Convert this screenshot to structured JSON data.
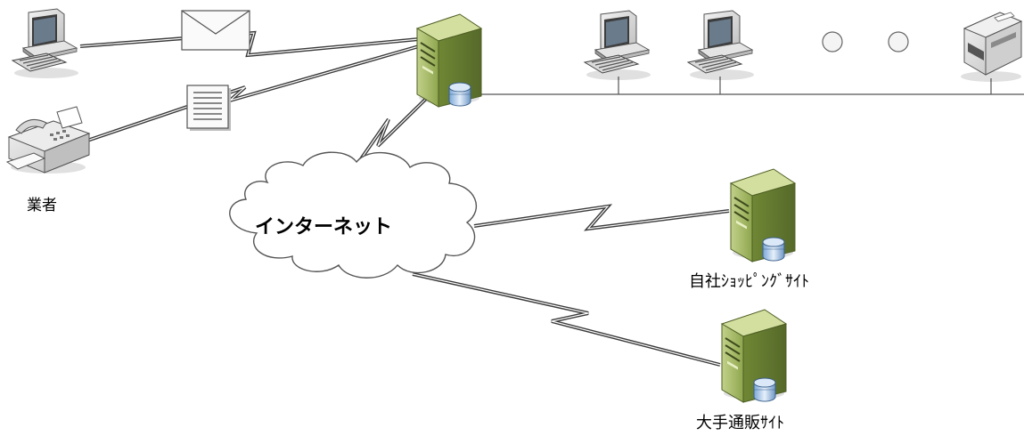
{
  "labels": {
    "vendor": "業者",
    "internet": "インターネット",
    "own_shop": "自社ｼｮｯﾋﾟﾝｸﾞｻｲﾄ",
    "major_shop": "大手通販ｻｲﾄ"
  },
  "icons": {
    "pc": "desktop-computer-icon",
    "fax": "fax-machine-icon",
    "server": "server-tower-icon",
    "printer": "printer-icon",
    "mail": "envelope-icon",
    "document": "document-icon",
    "cloud": "cloud-icon"
  },
  "colors": {
    "server_green": "#9bb25a",
    "link": "#404040",
    "cloud_fill": "#ffffff"
  }
}
